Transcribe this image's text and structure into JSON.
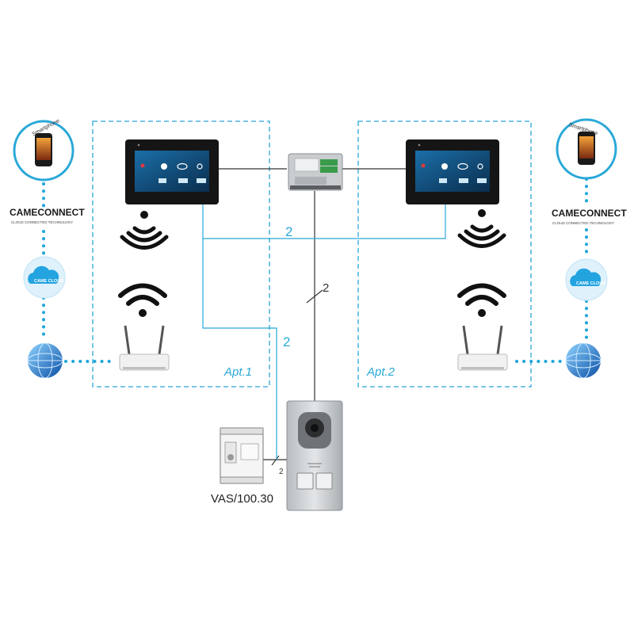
{
  "apartments": [
    {
      "label": "Apt.1"
    },
    {
      "label": "Apt.2"
    }
  ],
  "wire_labels": {
    "monitors_link": "2",
    "apt1_down": "2",
    "riser": "2",
    "power_link": "2"
  },
  "power_supply": {
    "label": "VAS/100.30"
  },
  "remote": {
    "left": {
      "phone_label": "Smartphone",
      "brand": "CAMECONNECT",
      "brand_sub": "CLOUD CONNECTED TECHNOLOGY",
      "cloud_label": "CAME CLOUD"
    },
    "right": {
      "phone_label": "Smartphone",
      "brand": "CAMECONNECT",
      "brand_sub": "CLOUD CONNECTED TECHNOLOGY",
      "cloud_label": "CAME CLOUD"
    }
  },
  "colors": {
    "accent": "#29a8d8",
    "wire": "#333333",
    "dotted": "#1ea6dc"
  }
}
